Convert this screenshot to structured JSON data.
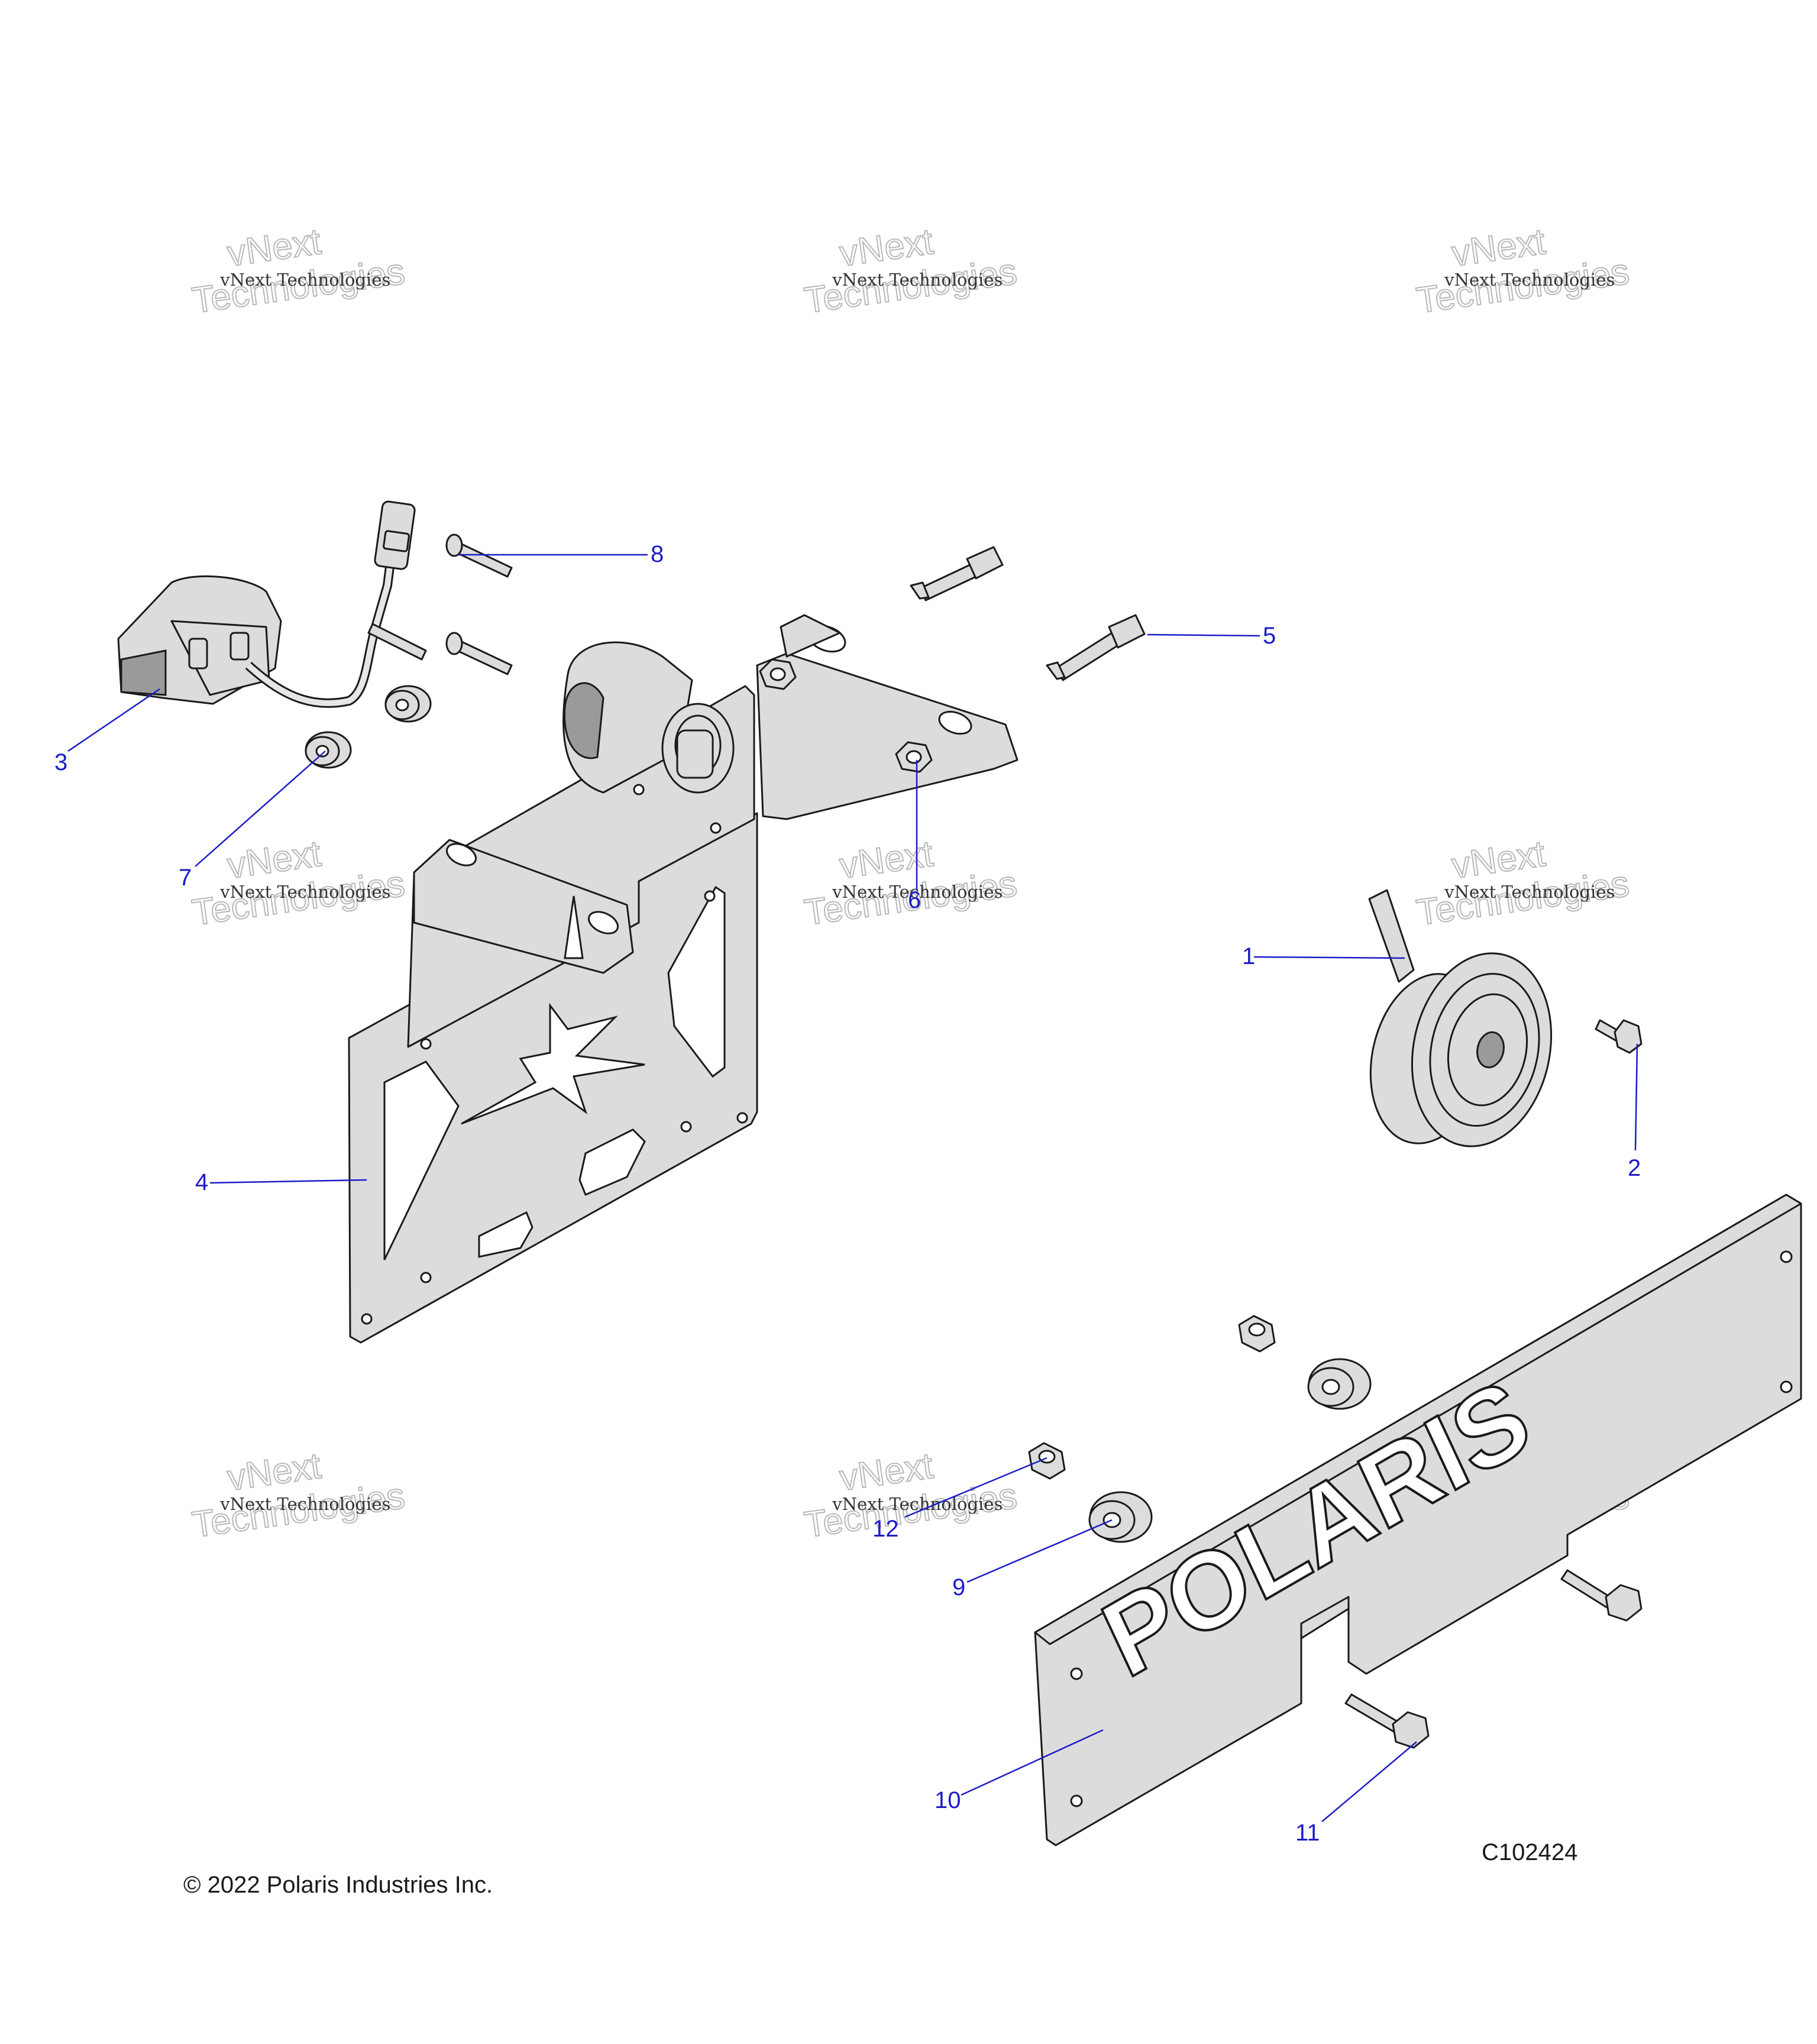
{
  "watermark": {
    "line1": "vNext Technologies",
    "line2a": "vNext",
    "line2b": "Technologies"
  },
  "callouts": {
    "c1": "1",
    "c2": "2",
    "c3": "3",
    "c4": "4",
    "c5": "5",
    "c6": "6",
    "c7": "7",
    "c8": "8",
    "c9": "9",
    "c10": "10",
    "c11": "11",
    "c12": "12"
  },
  "logo_text": "POLARIS",
  "footer": {
    "copyright": "© 2022 Polaris Industries Inc.",
    "figure_id": "C102424"
  },
  "colors": {
    "callout": "#1c1cc8",
    "part_fill": "#dcdcdc",
    "outline": "#1a1a1a"
  }
}
